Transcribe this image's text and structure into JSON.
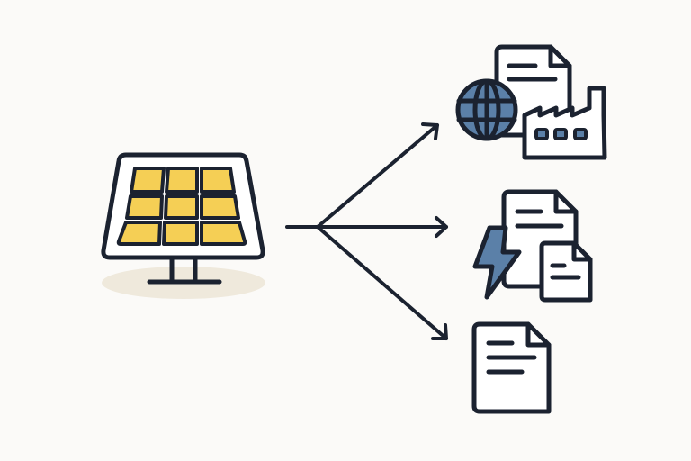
{
  "colors": {
    "background": "#fbfaf8",
    "stroke": "#1b2230",
    "panel_cell": "#f5cf55",
    "accent_blue": "#5b80a8",
    "shadow": "#efe9dc",
    "paper": "#ffffff"
  },
  "source": {
    "icon": "solar-panel-icon"
  },
  "flows": [
    {
      "arrow": "arrow-up-right",
      "target_icons": [
        "document-icon",
        "globe-icon",
        "factory-icon"
      ]
    },
    {
      "arrow": "arrow-right",
      "target_icons": [
        "document-icon",
        "lightning-bolt-icon",
        "small-document-icon"
      ]
    },
    {
      "arrow": "arrow-down-right",
      "target_icons": [
        "document-icon"
      ]
    }
  ]
}
